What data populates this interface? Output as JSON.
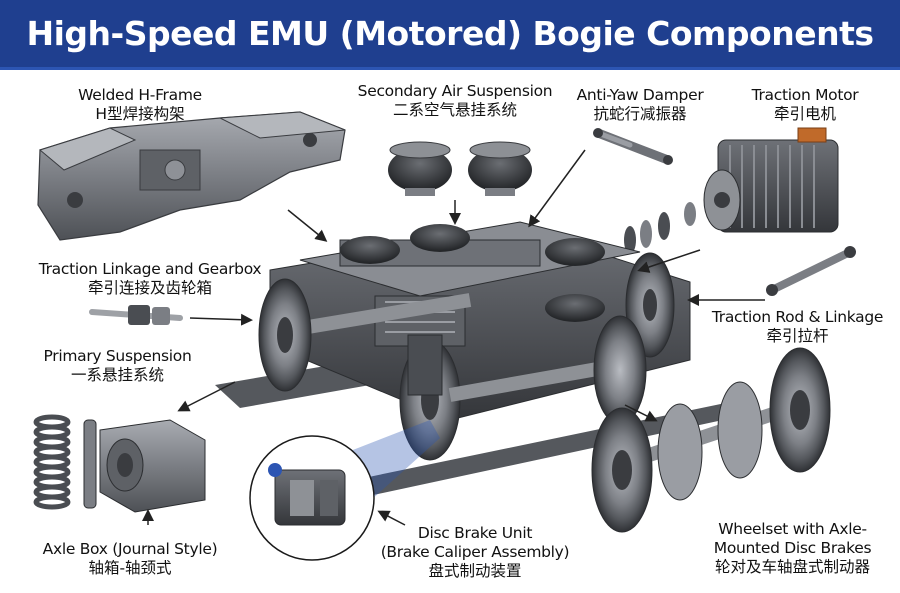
{
  "title": "High-Speed EMU (Motored) Bogie Components",
  "labels": {
    "h_frame": {
      "en": "Welded H-Frame",
      "zh": "H型焊接构架"
    },
    "air_suspension": {
      "en": "Secondary Air Suspension",
      "zh": "二系空气悬挂系统"
    },
    "anti_yaw": {
      "en": "Anti-Yaw Damper",
      "zh": "抗蛇行减振器"
    },
    "traction_motor": {
      "en": "Traction Motor",
      "zh": "牵引电机"
    },
    "traction_linkage": {
      "en": "Traction Linkage and Gearbox",
      "zh": "牵引连接及齿轮箱"
    },
    "traction_rod": {
      "en": "Traction Rod & Linkage",
      "zh": "牵引拉杆"
    },
    "primary_suspension": {
      "en": "Primary Suspension",
      "zh": "一系悬挂系统"
    },
    "axle_box": {
      "en": "Axle Box (Journal Style)",
      "zh": "轴箱-轴颈式"
    },
    "disc_brake": {
      "en": "Disc Brake Unit",
      "en2": "(Brake Caliper Assembly)",
      "zh": "盘式制动装置"
    },
    "wheelset": {
      "en": "Wheelset with Axle-",
      "en2": "Mounted Disc Brakes",
      "zh": "轮对及车轴盘式制动器"
    }
  },
  "colors": {
    "banner": "#1f3f8f",
    "metal": "#7b7e84",
    "dark_metal": "#4a4d52",
    "copper": "#c06a2a"
  }
}
